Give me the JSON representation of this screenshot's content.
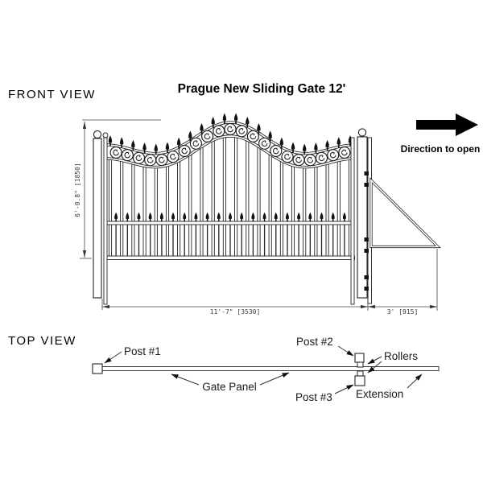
{
  "title": "Prague New Sliding Gate 12'",
  "front_view": {
    "label": "FRONT VIEW",
    "direction_label": "Direction to open",
    "dimensions": {
      "height": "6'-0.8\" [1850]",
      "panel_width": "11'-7\" [3530]",
      "extension_width": "3' [915]"
    },
    "structure": {
      "bars": 22,
      "rings": 21,
      "pickets": 21,
      "finials": 22,
      "roller_marks": [
        213,
        227,
        295,
        309,
        342,
        356
      ]
    }
  },
  "top_view": {
    "label": "TOP VIEW",
    "labels": {
      "post1": "Post #1",
      "post2": "Post #2",
      "post3": "Post #3",
      "rollers": "Rollers",
      "gate_panel": "Gate Panel",
      "extension": "Extension"
    }
  },
  "colors": {
    "ink": "#222222",
    "black": "#111111",
    "dim": "#3a3a3a"
  }
}
